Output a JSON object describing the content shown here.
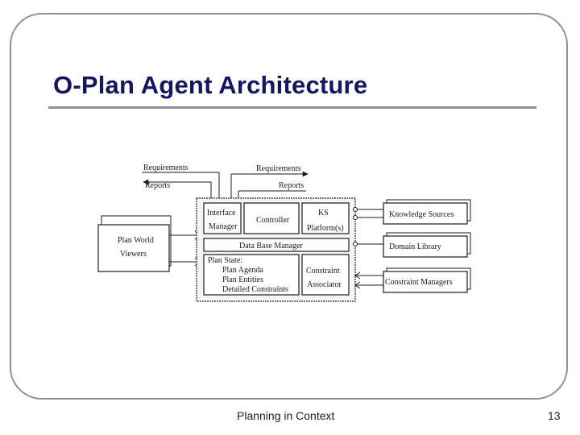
{
  "slide": {
    "title": "O-Plan Agent Architecture",
    "footer": "Planning in Context",
    "page_number": "13"
  },
  "diagram": {
    "top_left_labels": {
      "requirements": "Requirements",
      "reports": "Reports"
    },
    "top_right_labels": {
      "requirements": "Requirements",
      "reports": "Reports"
    },
    "plan_world_viewers": {
      "line1": "Plan World",
      "line2": "Viewers"
    },
    "agent": {
      "interface_manager": {
        "line1": "Interface",
        "line2": "Manager"
      },
      "controller": "Controller",
      "ks_platforms": {
        "line1": "KS",
        "line2": "Platform(s)"
      },
      "data_base_manager": "Data Base Manager",
      "plan_state": {
        "heading": "Plan State:",
        "items": [
          "Plan Agenda",
          "Plan Entities",
          "Detailed Constraints"
        ]
      },
      "constraint_associator": {
        "line1": "Constraint",
        "line2": "Associator"
      }
    },
    "external_components": [
      "Knowledge Sources",
      "Domain Library",
      "Constraint Managers"
    ]
  }
}
